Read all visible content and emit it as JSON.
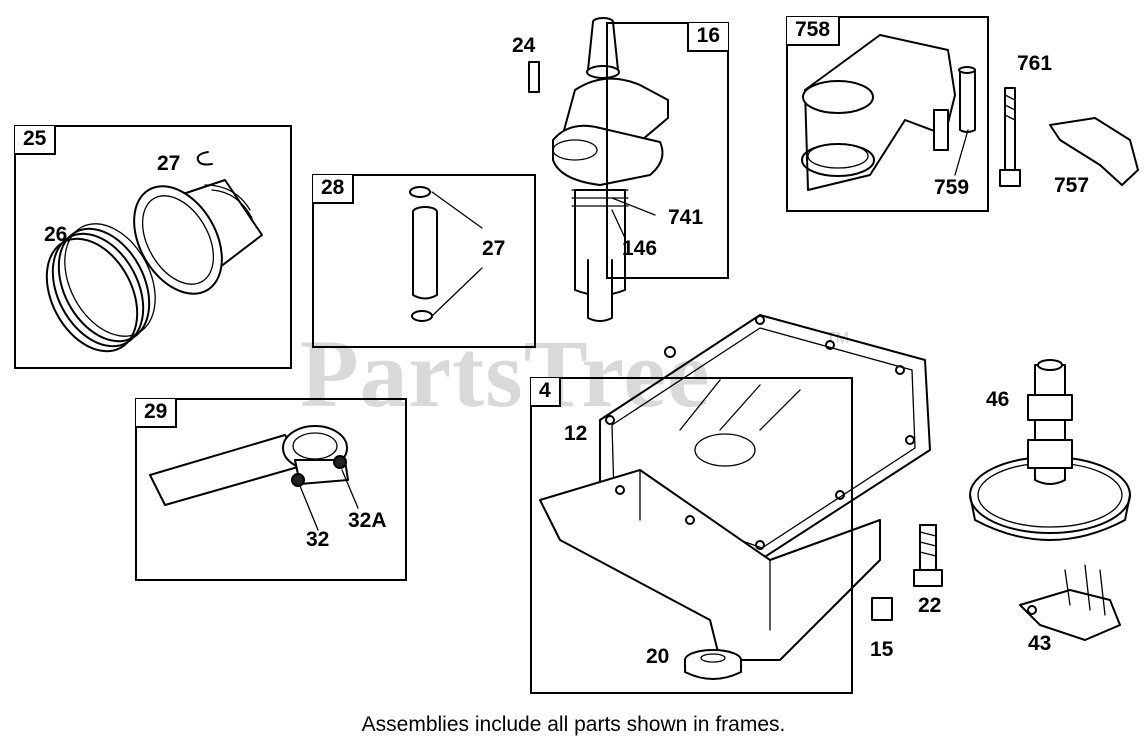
{
  "watermark": {
    "text": "PartsTree",
    "trademark": "TM"
  },
  "caption": "Assemblies include all parts shown in frames.",
  "frames": {
    "f25": "25",
    "f28": "28",
    "f16": "16",
    "f758": "758",
    "f29": "29",
    "f4": "4"
  },
  "labels": {
    "l24": "24",
    "l27a": "27",
    "l26": "26",
    "l27b": "27",
    "l741": "741",
    "l146": "146",
    "l761": "761",
    "l759": "759",
    "l757": "757",
    "l12": "12",
    "l46": "46",
    "l32": "32",
    "l32a": "32A",
    "l22": "22",
    "l20": "20",
    "l15": "15",
    "l43": "43"
  }
}
